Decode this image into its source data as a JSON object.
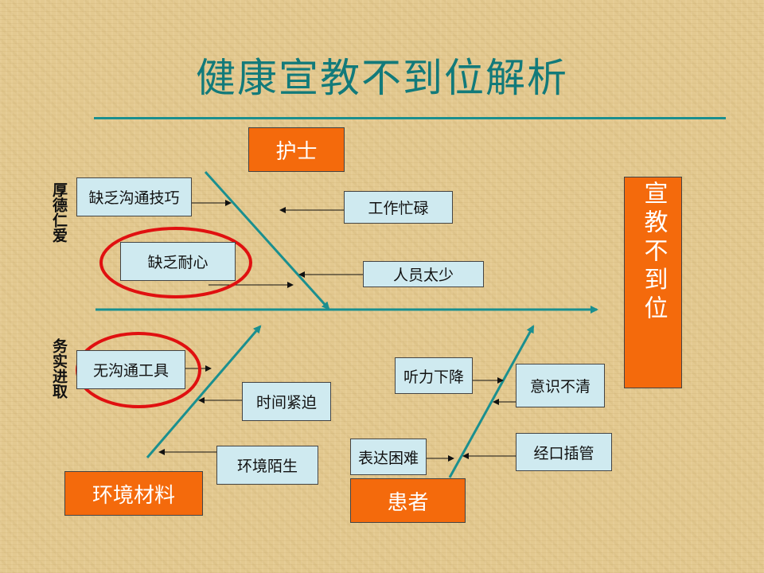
{
  "title": "健康宣教不到位解析",
  "effect": "宣教不到位",
  "categories": {
    "nurse": "护士",
    "environment": "环境材料",
    "patient": "患者"
  },
  "causes": {
    "lack_communication_skill": "缺乏沟通技巧",
    "busy_work": "工作忙碌",
    "lack_patience": "缺乏耐心",
    "understaffed": "人员太少",
    "no_comm_tool": "无沟通工具",
    "time_pressure": "时间紧迫",
    "unfamiliar_env": "环境陌生",
    "hearing_loss": "听力下降",
    "unclear_consciousness": "意识不清",
    "speech_difficulty": "表达困难",
    "oral_intubation": "经口插管"
  },
  "side_labels": {
    "top": "厚德仁爱",
    "bottom": "务实进取"
  },
  "colors": {
    "title": "#127a7a",
    "arrow": "#1a8f8f",
    "category_box": "#f46a0c",
    "cause_box": "#cfeaf0",
    "highlight_circle": "#e01010"
  }
}
